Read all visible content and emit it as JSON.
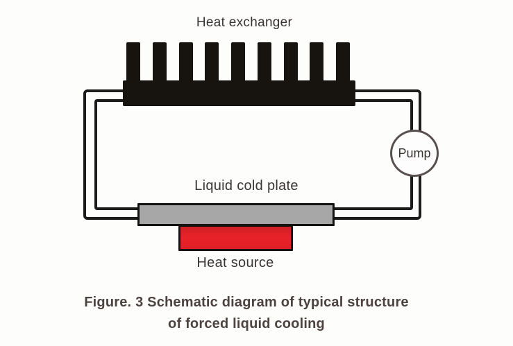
{
  "figure": {
    "labels": {
      "heat_exchanger": "Heat exchanger",
      "pump": "Pump",
      "liquid_cold_plate": "Liquid cold plate",
      "heat_source": "Heat source"
    },
    "caption": {
      "line1": "Figure. 3 Schematic diagram of typical structure",
      "line2": "of forced liquid cooling"
    },
    "heatsink": {
      "fin_count": 9
    },
    "colors": {
      "heatsink_black": "#17130f",
      "pipe_line": "#1c1c1c",
      "cold_plate_fill": "#a7a7a7",
      "heat_source_red": "#e82228",
      "shape_border": "#151310",
      "pump_border": "#57504e",
      "label_text": "#3a3432",
      "caption_text": "#4c423f"
    }
  }
}
